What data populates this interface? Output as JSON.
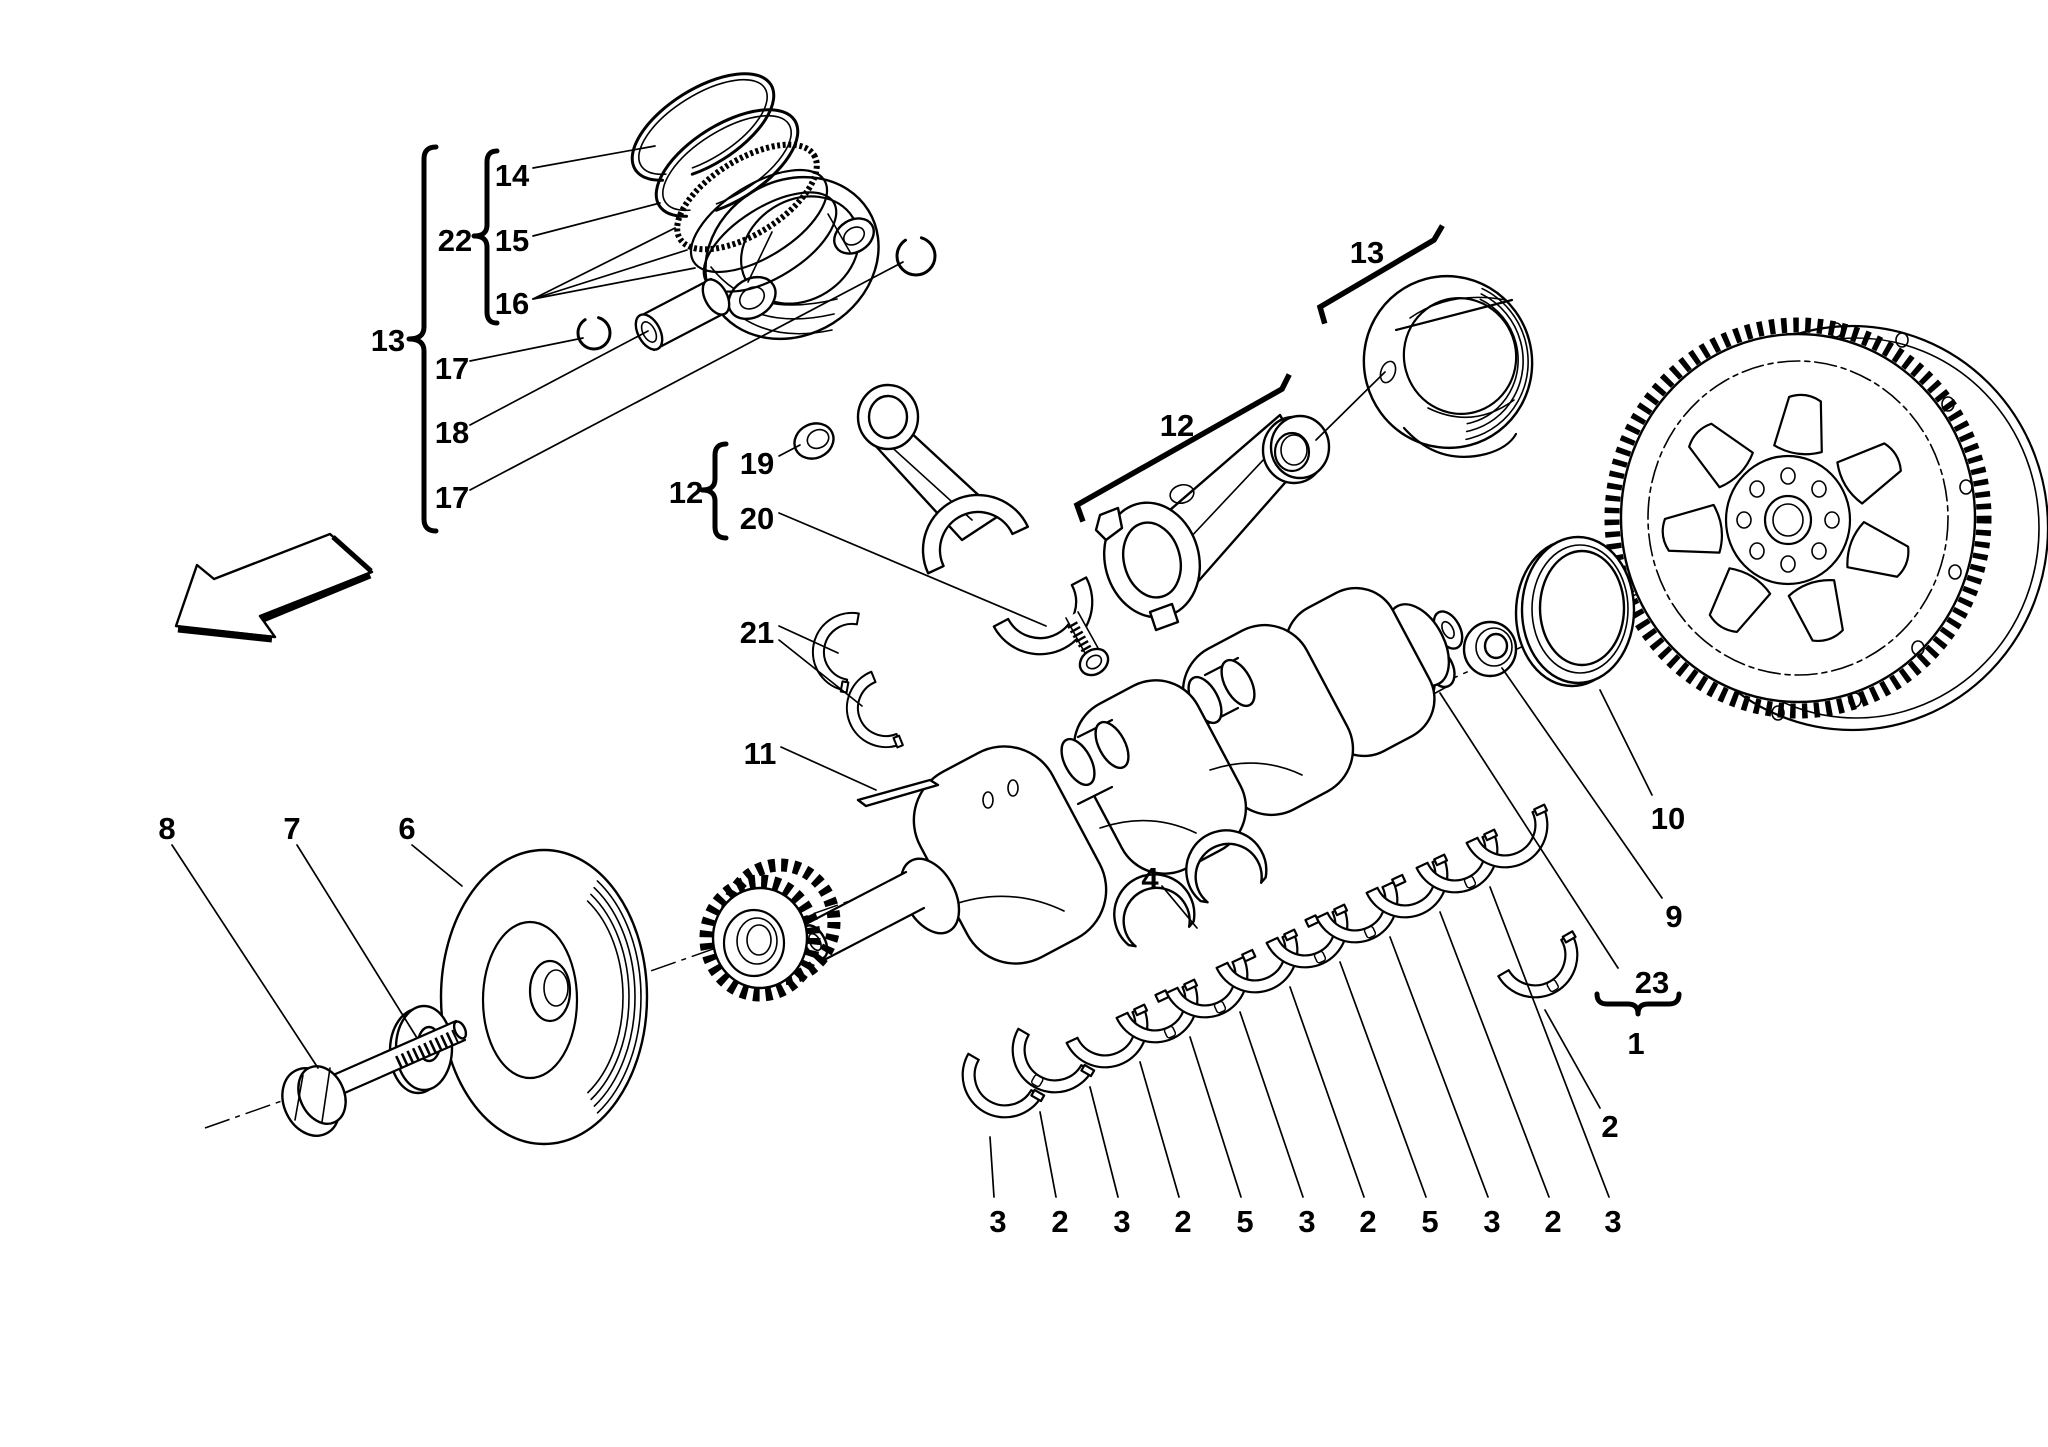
{
  "diagram_type": "exploded-parts-diagram-crankshaft-connecting-rods-pistons",
  "colors": {
    "ink": "#000000",
    "paper": "#ffffff"
  },
  "callouts": {
    "n14": "14",
    "n15": "15",
    "n16": "16",
    "n22": "22",
    "n13_left": "13",
    "n17_a": "17",
    "n18": "18",
    "n17_b": "17",
    "n12_left": "12",
    "n19": "19",
    "n20": "20",
    "n21": "21",
    "n11": "11",
    "n12_right": "12",
    "n13_right": "13",
    "n6": "6",
    "n7": "7",
    "n8": "8",
    "n4": "4",
    "n10": "10",
    "n9": "9",
    "n23": "23",
    "n1": "1",
    "n2_right": "2",
    "bottom": [
      "3",
      "2",
      "3",
      "2",
      "5",
      "3",
      "2",
      "5",
      "3",
      "2",
      "3"
    ]
  }
}
